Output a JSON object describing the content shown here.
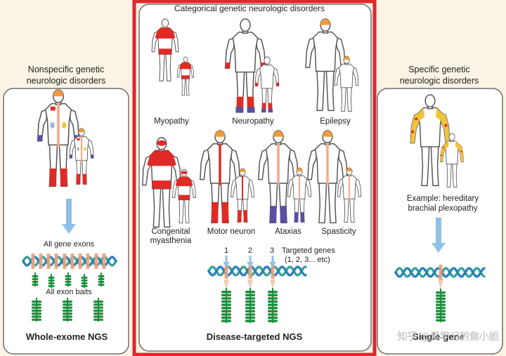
{
  "colors": {
    "background": "#fbf3e4",
    "panel": "#ffffff",
    "panel_border": "#6e6e6e",
    "highlight_border": "#e2262b",
    "body_fill": "#ffffff",
    "body_outline": "#555555",
    "affected_red": "#e02a26",
    "affected_purple": "#5a4fa0",
    "head_orange": "#f29a3b",
    "nerve_salmon": "#f4a98a",
    "specific_yellow": "#f2c43a",
    "arrow_blue": "#8fc1e8",
    "dna_blue": "#2a7fc4",
    "dna_teal": "#1a8e8a",
    "bait_green": "#1e8f3c",
    "exon_salmon": "#e9a07d"
  },
  "left_panel": {
    "title_line1": "Nonspecific genetic",
    "title_line2": "neurologic disorders",
    "label_exons": "All gene exons",
    "label_baits": "All exon baits",
    "footer": "Whole-exome NGS"
  },
  "center_panel": {
    "title": "Categorical genetic neurologic disorders",
    "disorders": [
      "Myopathy",
      "Neuropathy",
      "Epilepsy",
      "Congenital",
      "myasthenia",
      "Motor neuron",
      "Ataxias",
      "Spasticity"
    ],
    "gene_numbers": [
      "1",
      "2",
      "3"
    ],
    "targeted_label_line1": "Targeted genes",
    "targeted_label_line2": "(1, 2, 3... etc)",
    "footer": "Disease-targeted NGS"
  },
  "right_panel": {
    "title_line1": "Specific genetic",
    "title_line2": "neurologic disorders",
    "example_line1": "Example: hereditary",
    "example_line2": "brachial plexopathy",
    "footer": "Single-gene"
  },
  "watermark": "知乎 @爱学习的焦小姐"
}
